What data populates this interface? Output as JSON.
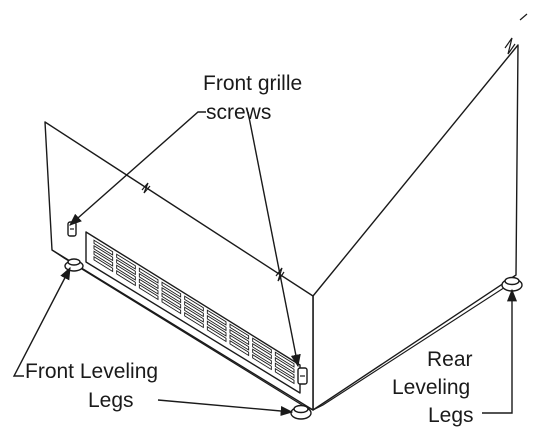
{
  "labels": {
    "front_grille_screws_line1": "Front grille",
    "front_grille_screws_line2": "screws",
    "front_leveling_legs_line1": "Front Leveling",
    "front_leveling_legs_line2": "Legs",
    "rear_leveling_legs_line1": "Rear",
    "rear_leveling_legs_line2": "Leveling",
    "rear_leveling_legs_line3": "Legs"
  },
  "colors": {
    "line": "#1a1a1a",
    "background": "#ffffff"
  },
  "icons": {
    "screw": "screw-icon",
    "leveling_leg": "leveling-leg-icon",
    "break_mark": "break-mark-icon"
  }
}
